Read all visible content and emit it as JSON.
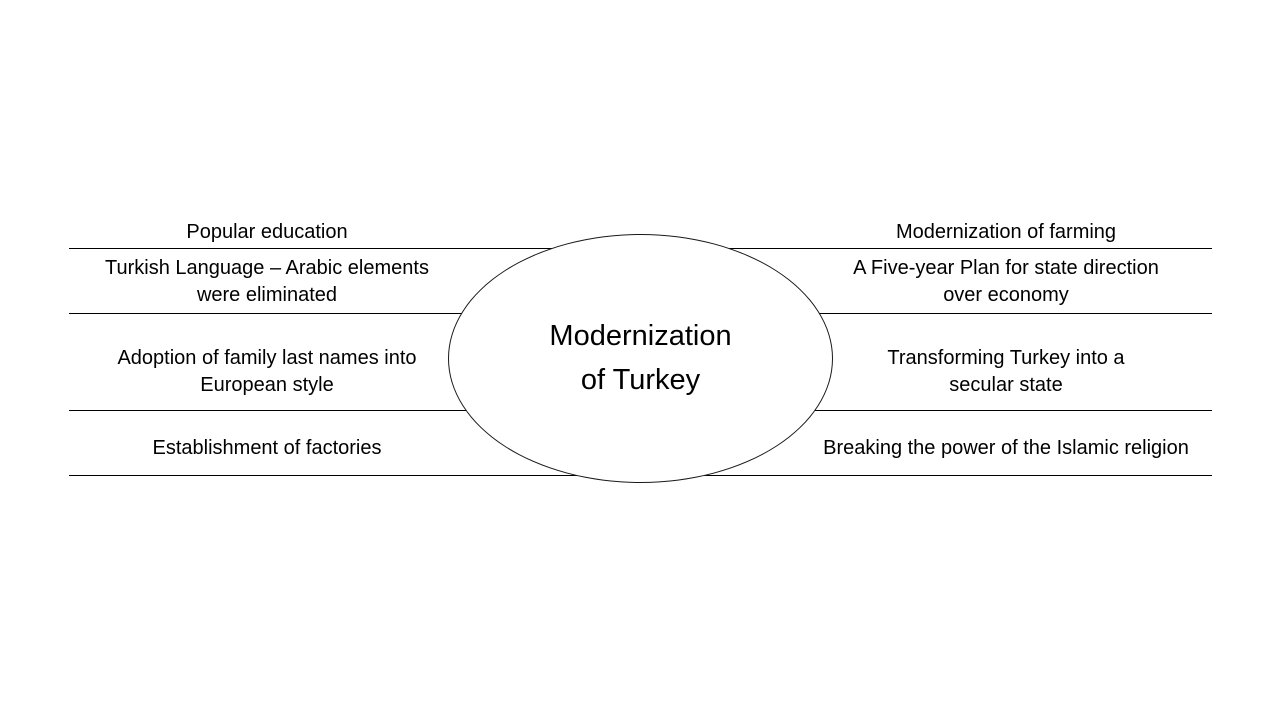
{
  "diagram": {
    "type": "radial-concept-map",
    "center": {
      "title": "Modernization\nof Turkey",
      "shape": "ellipse",
      "fill_color": "#ffffff",
      "stroke_color": "#1a1a1a"
    },
    "background_color": "#ffffff",
    "text_color": "#000000",
    "rule_color": "#000000",
    "left_branches": [
      {
        "id": "popular-education",
        "text": "Popular education",
        "lines": 1
      },
      {
        "id": "turkish-language",
        "text": "Turkish Language – Arabic elements\nwere eliminated",
        "lines": 2
      },
      {
        "id": "family-last-names",
        "text": "Adoption of family last names into\nEuropean style",
        "lines": 2
      },
      {
        "id": "establishment-of-factories",
        "text": "Establishment of factories",
        "lines": 1
      }
    ],
    "right_branches": [
      {
        "id": "modernization-of-farming",
        "text": "Modernization of farming",
        "lines": 1
      },
      {
        "id": "five-year-plan",
        "text": "A Five-year Plan for state direction\nover economy",
        "lines": 2
      },
      {
        "id": "secular-state",
        "text": "Transforming Turkey into a\nsecular state",
        "lines": 2
      },
      {
        "id": "breaking-islamic-power",
        "text": "Breaking the power of the Islamic religion",
        "lines": 1
      }
    ]
  }
}
